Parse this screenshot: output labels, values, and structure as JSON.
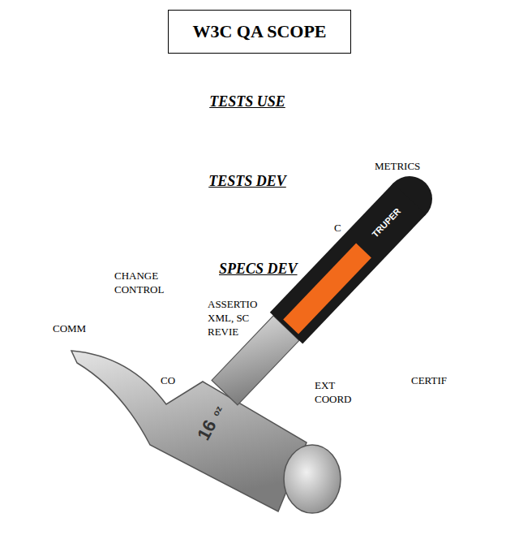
{
  "diagram": {
    "title": "W3C QA SCOPE",
    "nodes": [
      {
        "text": [
          "TESTS USE",
          "METRICS",
          "COMM",
          "CERTIF"
        ]
      },
      {
        "text": [
          "TESTS DEV",
          "CHANGE CONTROL",
          "EXT COORD",
          "CO",
          "C"
        ],
        "in": 0
      },
      {
        "text": [
          "SPECS DEV",
          "ASSERTIO XML, SC REVIE"
        ],
        "in": 1
      }
    ],
    "labels": [
      "TRUPER",
      "16",
      "oz"
    ]
  }
}
